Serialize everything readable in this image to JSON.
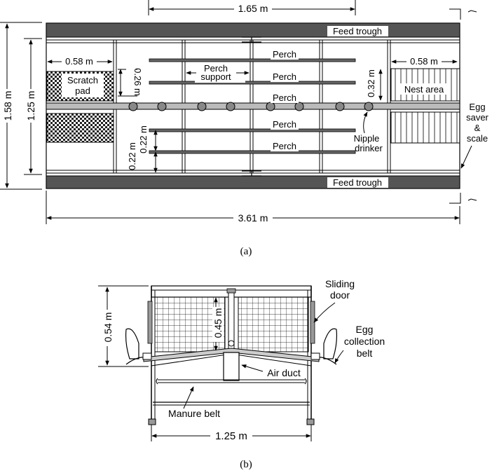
{
  "figure_a": {
    "panel_label": "(a)",
    "dims": {
      "top_width": "1.65 m",
      "total_length": "3.61 m",
      "outer_depth": "1.58 m",
      "inner_depth": "1.25 m",
      "scratch_width": "0.58 m",
      "nest_width": "0.58 m",
      "perch_gap": "0.26 m",
      "nest_gap": "0.32 m",
      "lower_gap_1": "0.22 m",
      "lower_gap_2": "0.22 m"
    },
    "labels": {
      "feed_trough_top": "Feed trough",
      "feed_trough_bottom": "Feed trough",
      "scratch_pad_1": "Scratch",
      "scratch_pad_2": "pad",
      "perch_support_1": "Perch",
      "perch_support_2": "support",
      "perch_1": "Perch",
      "perch_2": "Perch",
      "perch_3": "Perch",
      "perch_4": "Perch",
      "perch_5": "Perch",
      "nest_area": "Nest area",
      "nipple_drinker_1": "Nipple",
      "nipple_drinker_2": "drinker",
      "egg_saver_1": "Egg",
      "egg_saver_2": "saver",
      "egg_saver_3": "&",
      "egg_saver_4": "scale"
    }
  },
  "figure_b": {
    "panel_label": "(b)",
    "dims": {
      "height": "0.54 m",
      "cage_height": "0.45 m",
      "width": "1.25 m"
    },
    "labels": {
      "sliding_door_1": "Sliding",
      "sliding_door_2": "door",
      "egg_collection_1": "Egg",
      "egg_collection_2": "collection",
      "egg_collection_3": "belt",
      "air_duct": "Air duct",
      "manure_belt": "Manure belt"
    }
  }
}
